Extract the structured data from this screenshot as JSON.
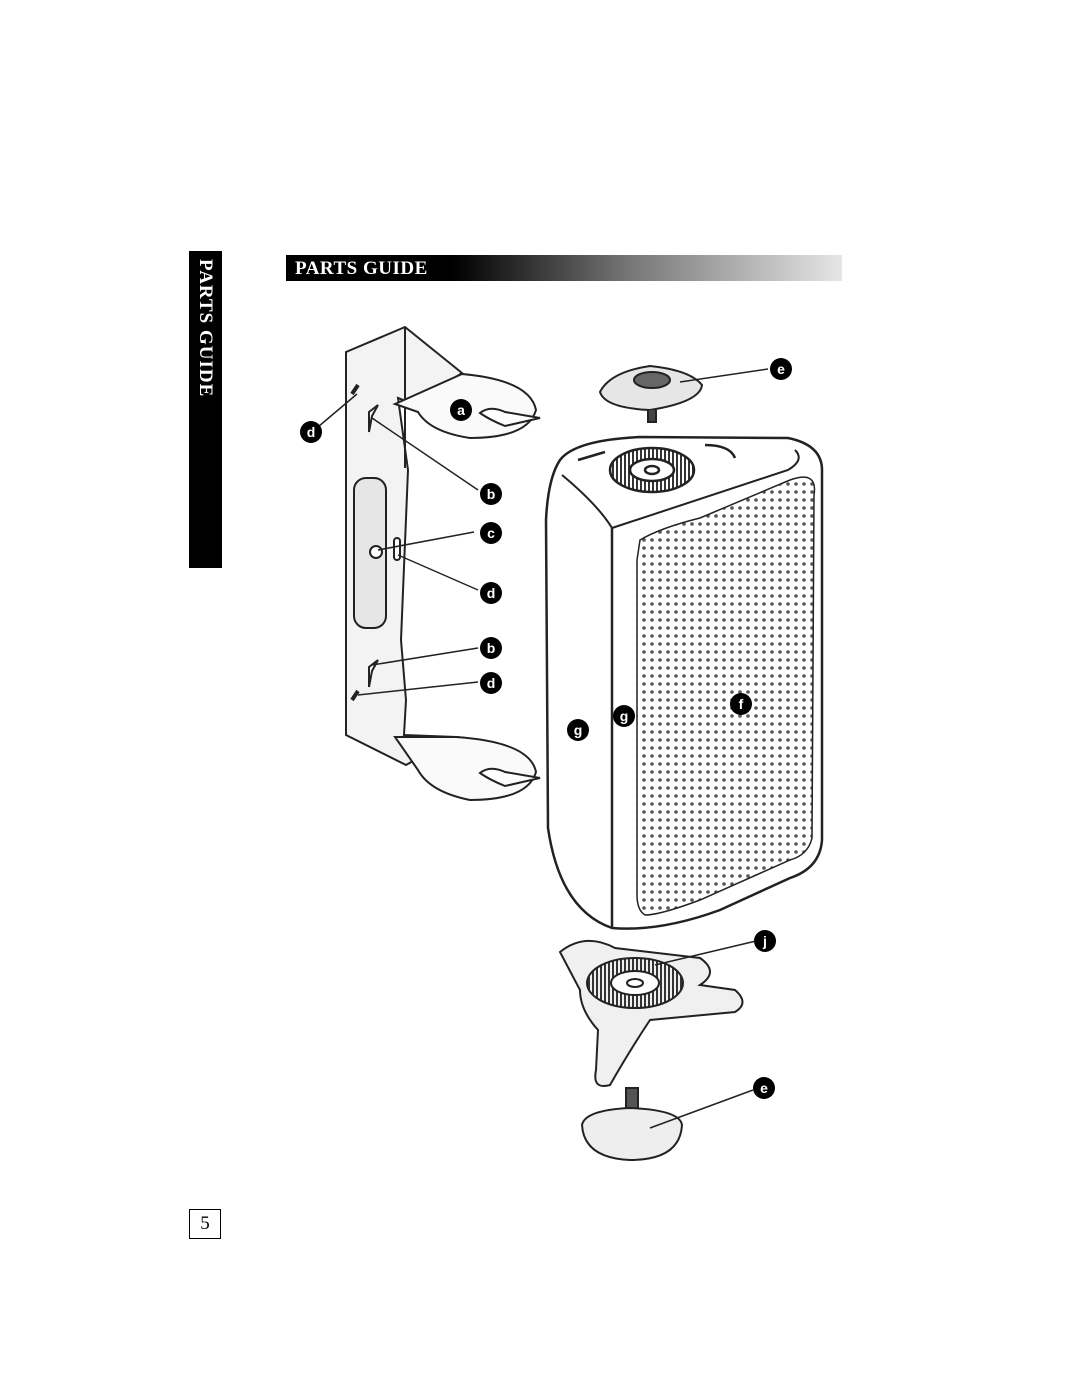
{
  "side_tab": {
    "text": "PARTS GUIDE"
  },
  "header": {
    "title": "PARTS GUIDE"
  },
  "callouts": {
    "a": "a",
    "b_top": "b",
    "c": "c",
    "d_left": "d",
    "d_mid": "d",
    "b_bottom": "b",
    "d_bottom": "d",
    "e_top": "e",
    "f": "f",
    "g_left": "g",
    "g_right": "g",
    "j": "j",
    "e_bottom": "e"
  },
  "page_number": "5"
}
